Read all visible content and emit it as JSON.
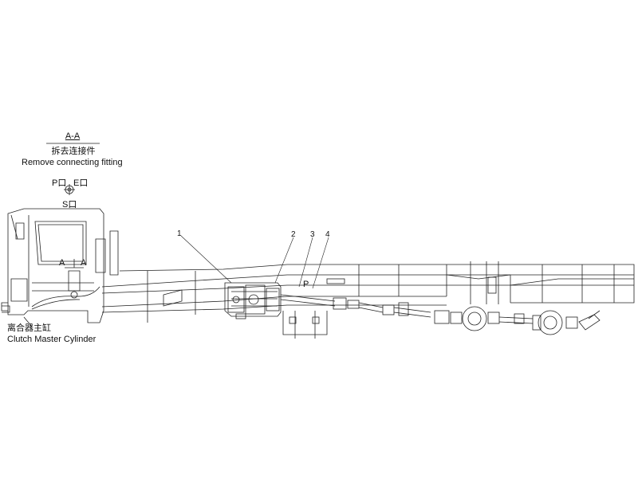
{
  "section": {
    "title": "A-A",
    "title_cn": "拆去连接件",
    "subtitle": "Remove connecting fitting",
    "ports": {
      "p": "P口",
      "e": "E口",
      "s": "S口"
    }
  },
  "callouts": {
    "n1": "1",
    "n2": "2",
    "n3": "3",
    "n4": "4"
  },
  "markers": {
    "a_left": "A",
    "a_right": "A",
    "p_valve": "P"
  },
  "part_label": {
    "cn": "离合器主缸",
    "en": "Clutch Master Cylinder"
  }
}
